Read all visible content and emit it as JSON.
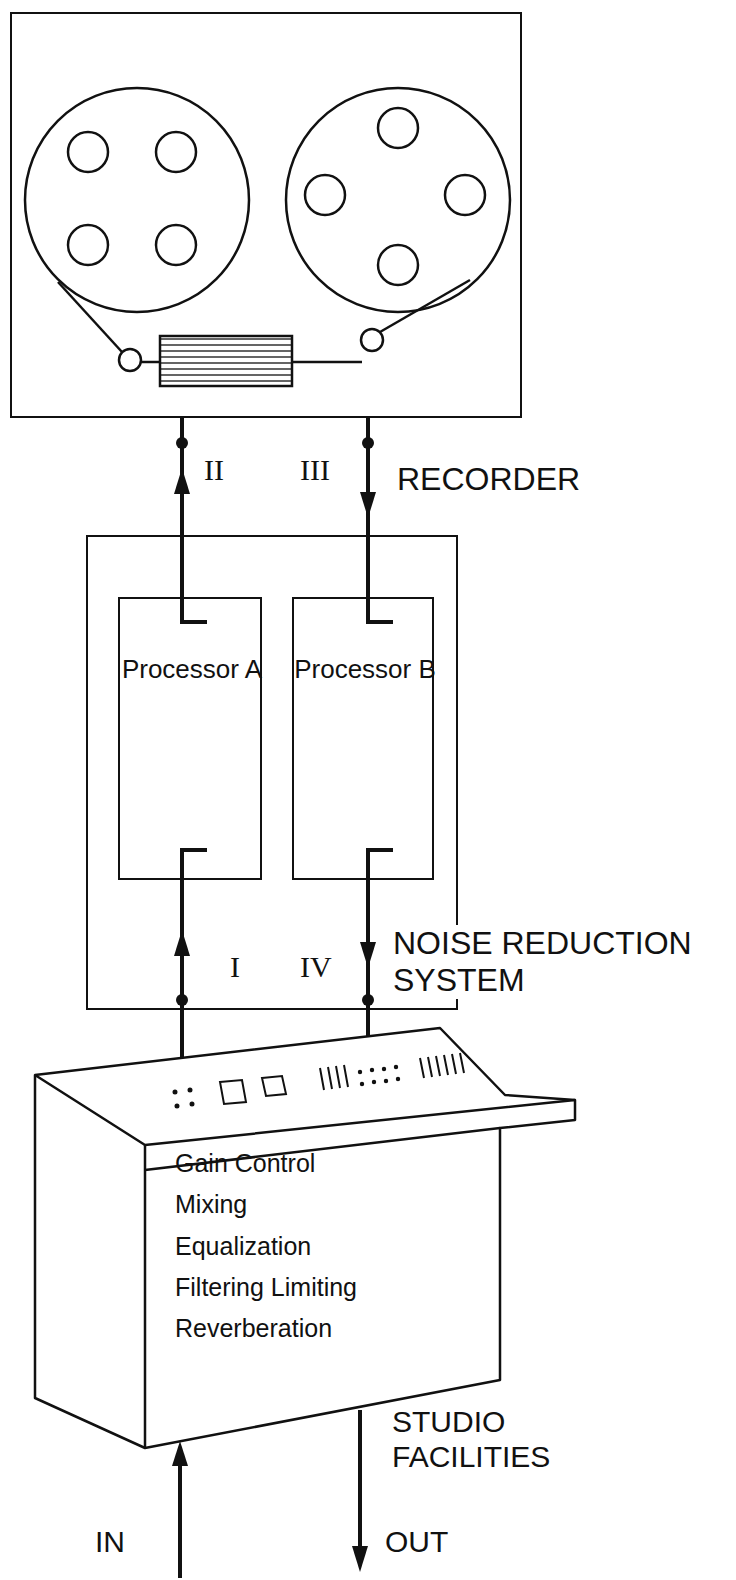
{
  "diagram": {
    "nodes": [
      {
        "text": [
          "RECORDER"
        ]
      },
      {
        "text": [
          "NOISE REDUCTION SYSTEM"
        ]
      },
      {
        "text": [
          "Processor A"
        ],
        "in": 1
      },
      {
        "text": [
          "Processor B"
        ],
        "in": 1
      },
      {
        "text": [
          "Gain Control Mixing Equalization Filtering Limiting Reverberation",
          "STUDIO FACILITIES"
        ]
      }
    ],
    "edges": [
      {
        "from": 4,
        "to": 2,
        "label": "I",
        "arrow": "to"
      },
      {
        "from": 2,
        "to": 0,
        "label": "II",
        "arrow": "to"
      },
      {
        "from": 0,
        "to": 3,
        "label": "III",
        "arrow": "to"
      },
      {
        "from": 3,
        "to": 4,
        "label": "IV",
        "arrow": "to"
      }
    ],
    "labels": [
      "IN",
      "OUT"
    ]
  }
}
